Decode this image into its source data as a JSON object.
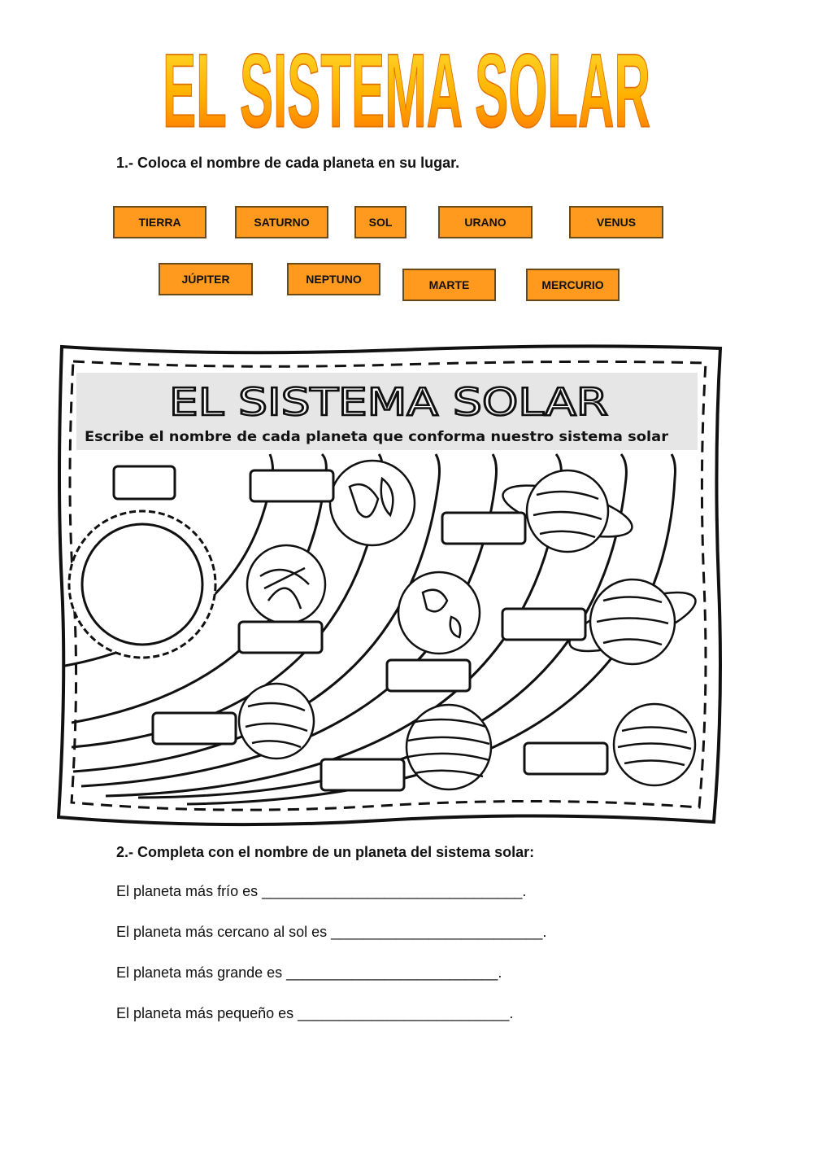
{
  "worksheet": {
    "title": "EL SISTEMA SOLAR",
    "section1": {
      "instruction": "1.- Coloca el nombre de cada planeta en su lugar.",
      "chips": [
        "TIERRA",
        "SATURNO",
        "SOL",
        "URANO",
        "VENUS",
        "JÚPITER",
        "NEPTUNO",
        "MARTE",
        "MERCURIO"
      ]
    },
    "diagram": {
      "title": "EL SISTEMA SOLAR",
      "subtitle": "Escribe el nombre de cada planeta que conforma nuestro sistema solar"
    },
    "section2": {
      "instruction": "2.- Completa con el nombre de un planeta del sistema solar:",
      "questions": [
        "El planeta más frío es ________________________________.",
        "El planeta más cercano al sol es __________________________.",
        "El planeta más grande es __________________________.",
        "El planeta más pequeño es __________________________."
      ]
    }
  },
  "colors": {
    "chip_fill": "#ff9a1f",
    "title_gradient_top": "#ffe033",
    "title_gradient_bottom": "#ff7a00"
  }
}
